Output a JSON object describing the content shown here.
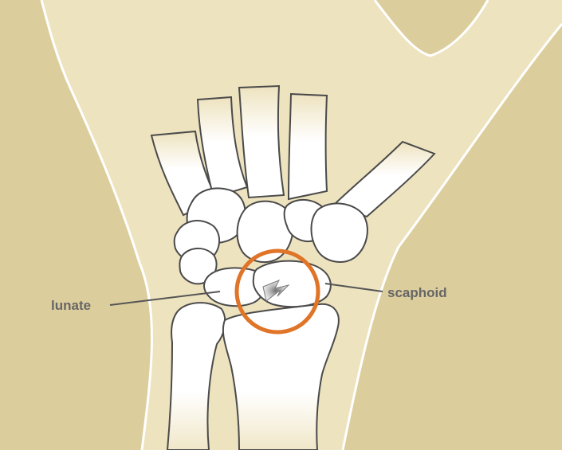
{
  "labels": {
    "lunate": "lunate",
    "scaphoid": "scaphoid"
  },
  "colors": {
    "background": "#dccd9d",
    "skin": "#eee3bf",
    "bone_fill": "#ffffff",
    "bone_stroke": "#4a4a4a",
    "skin_outline": "#ffffff",
    "highlight_ring": "#e07428",
    "label_text": "#666666",
    "fracture": "#8a8a8a"
  },
  "icons": {
    "highlight": "circle-ring",
    "fracture_mark": "crack-icon"
  }
}
